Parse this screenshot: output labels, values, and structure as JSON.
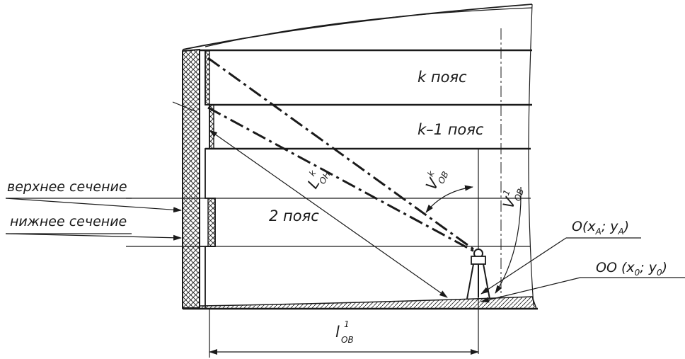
{
  "labels": {
    "belt_k": "k пояс",
    "belt_k_minus_1": "k–1 пояс",
    "belt_2": "2 пояс",
    "upper_section": "верхнее сечение",
    "lower_section": "нижнее сечение",
    "point_a_pre": "O(x",
    "point_a_sub1": "A",
    "point_a_mid": "; y",
    "point_a_sub2": "A",
    "point_a_post": ")",
    "point_o_pre": "OO (x",
    "point_o_sub1": "0",
    "point_o_mid": "; y",
    "point_o_sub2": "0",
    "point_o_post": ")",
    "l_ob1_base": "l",
    "l_ob1_sub": "ОВ",
    "l_ob1_sup": "1",
    "l_onk_base": "L",
    "l_onk_sub": "ОН",
    "l_onk_sup": "k",
    "v_obk_base": "V",
    "v_obk_sub": "ОВ",
    "v_obk_sup": "k",
    "v_ob1_base": "V",
    "v_ob1_sub": "ОВ",
    "v_ob1_sup": "1"
  }
}
